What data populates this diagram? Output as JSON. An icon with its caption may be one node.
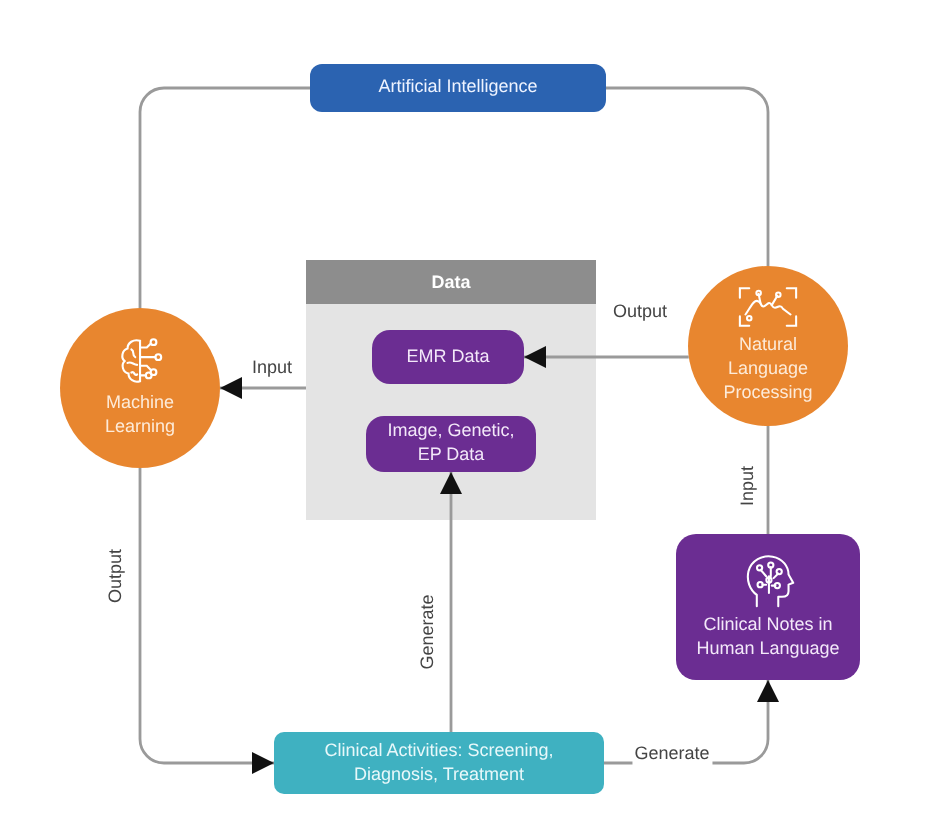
{
  "diagram": {
    "nodes": [
      {
        "text": [
          "Artificial Intelligence"
        ]
      },
      {
        "text": [
          "Machine Learning"
        ]
      },
      {
        "text": [
          "Data"
        ]
      },
      {
        "text": [
          "EMR Data"
        ],
        "in": 2
      },
      {
        "text": [
          "Image, Genetic, EP Data"
        ],
        "in": 2
      },
      {
        "text": [
          "Natural Language Processing"
        ]
      },
      {
        "text": [
          "Clinical Notes in Human Language"
        ]
      },
      {
        "text": [
          "Clinical Activities: Screening, Diagnosis, Treatment"
        ]
      }
    ],
    "edges": [
      {
        "from": 0,
        "to": 1,
        "arrow": "none"
      },
      {
        "from": 0,
        "to": 5,
        "arrow": "none"
      },
      {
        "from": 2,
        "to": 1,
        "arrow": "to",
        "label": "Input"
      },
      {
        "from": 5,
        "to": 3,
        "arrow": "to",
        "label": "Output"
      },
      {
        "from": 6,
        "to": 5,
        "arrow": "none",
        "label": "Input"
      },
      {
        "from": 1,
        "to": 7,
        "arrow": "to",
        "label": "Output"
      },
      {
        "from": 7,
        "to": 4,
        "arrow": "to",
        "label": "Generate"
      },
      {
        "from": 7,
        "to": 6,
        "arrow": "to",
        "label": "Generate"
      }
    ]
  }
}
